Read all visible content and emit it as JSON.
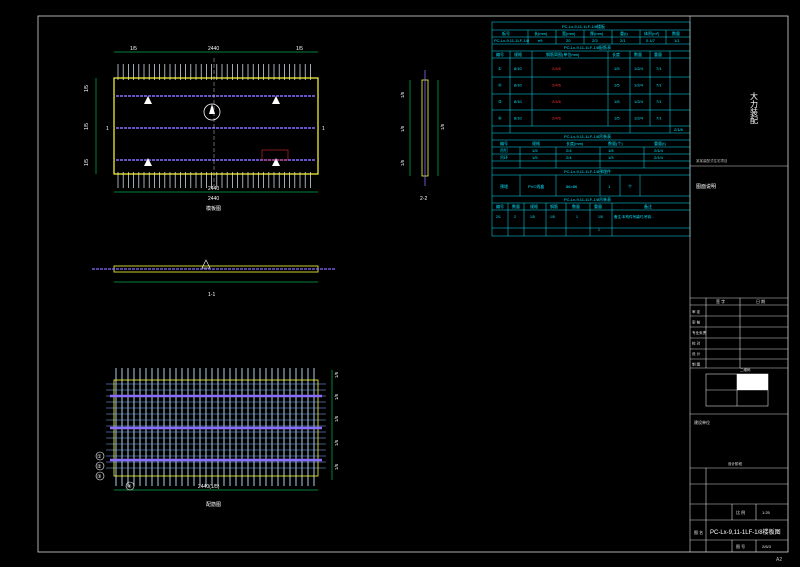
{
  "colors": {
    "background": "#000000",
    "frame": "#d8d8d8",
    "table_cyan": "#00e5ff",
    "rebar_white": "#e8f4ff",
    "rebar_blue": "#7fb8ff",
    "truss_purple": "#8a6cff",
    "edge_yellow": "#ffff3c",
    "dim_green": "#00ff66",
    "mark_red": "#ff3030"
  },
  "plan_view": {
    "top_dims": [
      "1/5",
      "2440",
      "1/5"
    ],
    "left_dims": [
      "1/5",
      "1/5",
      "1/5"
    ],
    "bottom_dims": [
      "2440",
      "2440"
    ],
    "section_marks": [
      "1",
      "1"
    ],
    "title": "模板图"
  },
  "section_2_2": {
    "title": "2-2",
    "dims": [
      "1/5",
      "1/5",
      "1/5",
      "1/5"
    ]
  },
  "section_1_1": {
    "title": "1-1"
  },
  "rebar_view": {
    "right_dims": [
      "1/5",
      "1/5",
      "1/5",
      "1/5",
      "1/5"
    ],
    "bottom_dim": "2440(1/5)",
    "callouts": [
      "①",
      "②",
      "③",
      "④"
    ],
    "title": "配筋图"
  },
  "tables": {
    "t1_title": "PC-Lx-9,11-1LF-1/8楼板",
    "t1_header": [
      "板号",
      "长(mm)",
      "宽(mm)",
      "厚(mm)",
      "重(t)",
      "体积(m³)",
      "数量"
    ],
    "t1_row": [
      "PC-Lx-9,11-1LF-1/8",
      "e9",
      "20",
      "2/3",
      "2/1",
      "0.1/7",
      "1/1"
    ],
    "t2_title": "PC-Lx-9,11-1LF-1/8配筋表",
    "t2_header": [
      "编号",
      "规格",
      "钢筋简图(单位mm)",
      "长度",
      "数量",
      "重量"
    ],
    "t2_rows": [
      [
        "①",
        "8/10",
        "2/4/6",
        "1/5",
        "1/2/4",
        "7/1"
      ],
      [
        "②",
        "8/10",
        "2/4/6",
        "1/5",
        "1/2/4",
        "7/1"
      ],
      [
        "③",
        "8/10",
        "2/4/6",
        "1/5",
        "1/2/4",
        "7/1"
      ],
      [
        "④",
        "8/10",
        "2/4/6",
        "1/5",
        "1/2/4",
        "7/1"
      ]
    ],
    "t2_total": "2/1/6",
    "t3_title": "PC-Lx-9,11-1LF-1/8吊装表",
    "t3_header": [
      "编号",
      "规格",
      "长度(mm)",
      "数量(个)",
      "重量(t)"
    ],
    "t3_rows": [
      [
        "吊钉",
        "1/5",
        "2/4",
        "1/5",
        "2/1/4"
      ],
      [
        "吊环",
        "1/5",
        "2/4",
        "1/5",
        "2/1/4"
      ]
    ],
    "t4_title": "PC-Lx-9,11-1LF-1/8预埋件",
    "t4_row": [
      "预埋",
      "PVC线盒",
      "86×86",
      "1",
      "个"
    ],
    "t5_title": "PC-Lx-9,11-1LF-1/8吊装表",
    "t5_header": [
      "编号",
      "数量",
      "规格",
      "钢筋",
      "数量",
      "重量",
      "备注"
    ],
    "t5_rows": [
      [
        "2/1",
        "2",
        "1/5",
        "1/5",
        "1",
        "1/5",
        "备注:本构件吊装时,吊钩..."
      ],
      [
        "",
        "",
        "",
        "",
        "",
        "1",
        ""
      ]
    ]
  },
  "title_block": {
    "company": "大力装配",
    "project_label": "某某装配式住宅项目",
    "note_label": "图面说明",
    "rows": [
      {
        "label": "审 定",
        "value": ""
      },
      {
        "label": "审 核",
        "value": ""
      },
      {
        "label": "专业负责",
        "value": ""
      },
      {
        "label": "校 对",
        "value": ""
      },
      {
        "label": "设 计",
        "value": ""
      },
      {
        "label": "制 图",
        "value": ""
      }
    ],
    "head_labels": [
      "签 字",
      "日 期"
    ],
    "qr_label": "二维码",
    "client_label": "建设单位",
    "stage_label": "设计阶段",
    "drawing_label": "图 名",
    "drawing_name": "PC-Lx-9,11-1LF-1/8楼板图",
    "scale_label": "比 例",
    "scale_value": "1:25",
    "number_label": "图 号",
    "number_value": "2/6/3",
    "sheet_label": "A2"
  }
}
